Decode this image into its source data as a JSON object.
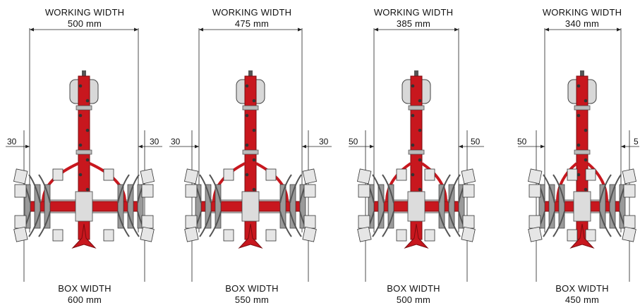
{
  "diagrams": [
    {
      "working_title": "WORKING WIDTH",
      "working_value": "500 mm",
      "box_title": "BOX WIDTH",
      "box_value": "600 mm",
      "left_offset": "30",
      "right_offset": "30"
    },
    {
      "working_title": "WORKING WIDTH",
      "working_value": "475 mm",
      "box_title": "BOX WIDTH",
      "box_value": "550 mm",
      "left_offset": "30",
      "right_offset": "30"
    },
    {
      "working_title": "WORKING WIDTH",
      "working_value": "385 mm",
      "box_title": "BOX WIDTH",
      "box_value": "500 mm",
      "left_offset": "50",
      "right_offset": "50"
    },
    {
      "working_title": "WORKING WIDTH",
      "working_value": "340 mm",
      "box_title": "BOX WIDTH",
      "box_value": "450 mm",
      "left_offset": "50",
      "right_offset": "5"
    }
  ],
  "colors": {
    "frame": "#c8171e",
    "frame_dark": "#7a0c10",
    "tine": "#e6e6e6",
    "line": "#222222"
  }
}
